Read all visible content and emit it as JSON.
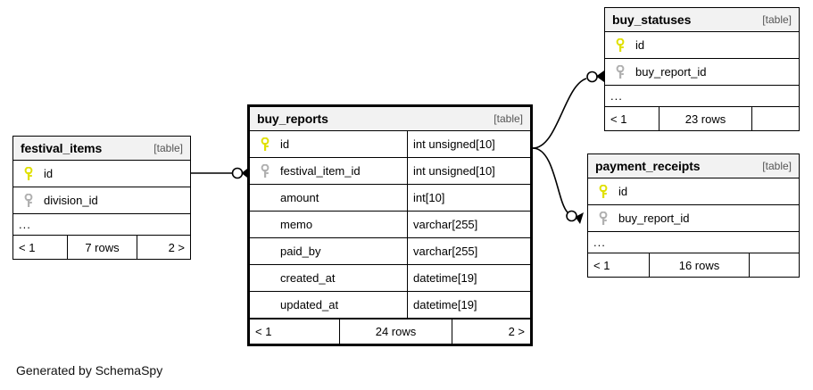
{
  "diagram": {
    "credit": "Generated by SchemaSpy",
    "table_tag": "[table]",
    "ellipsis": "...",
    "colors": {
      "primary_key": "#e8e800",
      "foreign_key": "#b0b0b0",
      "header_background": "#f2f2f2",
      "border": "#000000",
      "background": "#ffffff"
    }
  },
  "tables": {
    "festival_items": {
      "name": "festival_items",
      "tag": "[table]",
      "columns": [
        {
          "name": "id",
          "key": "primary",
          "type": ""
        },
        {
          "name": "division_id",
          "key": "foreign",
          "type": ""
        }
      ],
      "ellipsis": "...",
      "footer": {
        "prev": "< 1",
        "rows": "7 rows",
        "next": "2 >"
      }
    },
    "buy_reports": {
      "name": "buy_reports",
      "tag": "[table]",
      "columns": [
        {
          "name": "id",
          "key": "primary",
          "type": "int unsigned[10]"
        },
        {
          "name": "festival_item_id",
          "key": "foreign",
          "type": "int unsigned[10]"
        },
        {
          "name": "amount",
          "key": "none",
          "type": "int[10]"
        },
        {
          "name": "memo",
          "key": "none",
          "type": "varchar[255]"
        },
        {
          "name": "paid_by",
          "key": "none",
          "type": "varchar[255]"
        },
        {
          "name": "created_at",
          "key": "none",
          "type": "datetime[19]"
        },
        {
          "name": "updated_at",
          "key": "none",
          "type": "datetime[19]"
        }
      ],
      "footer": {
        "prev": "< 1",
        "rows": "24 rows",
        "next": "2 >"
      }
    },
    "buy_statuses": {
      "name": "buy_statuses",
      "tag": "[table]",
      "columns": [
        {
          "name": "id",
          "key": "primary",
          "type": ""
        },
        {
          "name": "buy_report_id",
          "key": "foreign",
          "type": ""
        }
      ],
      "ellipsis": "...",
      "footer": {
        "prev": "< 1",
        "rows": "23 rows",
        "next": ""
      }
    },
    "payment_receipts": {
      "name": "payment_receipts",
      "tag": "[table]",
      "columns": [
        {
          "name": "id",
          "key": "primary",
          "type": ""
        },
        {
          "name": "buy_report_id",
          "key": "foreign",
          "type": ""
        }
      ],
      "ellipsis": "...",
      "footer": {
        "prev": "< 1",
        "rows": "16 rows",
        "next": ""
      }
    }
  },
  "relationships": [
    {
      "from": "festival_items.id",
      "to": "buy_reports.festival_item_id",
      "style": "straight",
      "cardinality": "zero-to-many"
    },
    {
      "from": "buy_reports.id",
      "to": "buy_statuses.buy_report_id",
      "style": "curve",
      "cardinality": "zero-to-many"
    },
    {
      "from": "buy_reports.id",
      "to": "payment_receipts.buy_report_id",
      "style": "curve",
      "cardinality": "zero-to-many"
    }
  ]
}
